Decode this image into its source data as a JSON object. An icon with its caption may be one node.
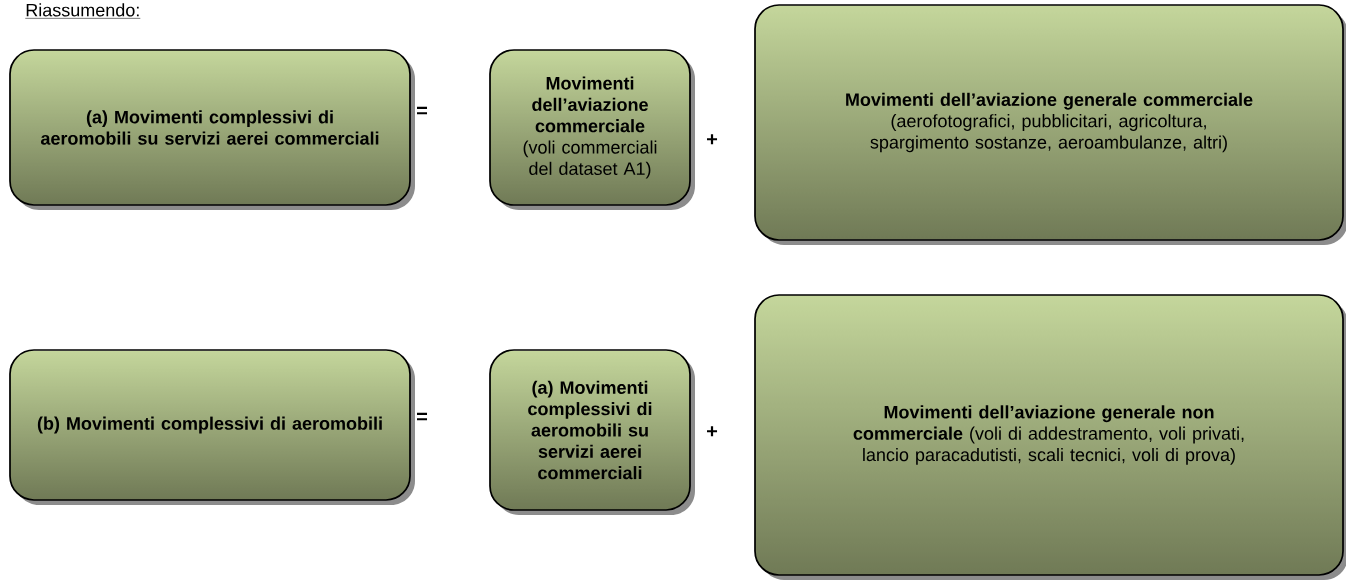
{
  "diagram": {
    "title": "Riassumendo:",
    "nodes": [
      {
        "text": [
          "(a) Movimenti complessivi di aeromobili su servizi aerei commerciali"
        ]
      },
      {
        "text": [
          "Movimenti dell’aviazione commerciale",
          "(voli commerciali del dataset A1)"
        ]
      },
      {
        "text": [
          "Movimenti dell’aviazione generale commerciale",
          "(aerofotografici, pubblicitari, agricoltura, spargimento sostanze, aeroambulanze, altri)"
        ]
      },
      {
        "text": [
          "(b) Movimenti complessivi di aeromobili"
        ]
      },
      {
        "text": [
          "(a) Movimenti complessivi di aeromobili su servizi aerei commerciali"
        ]
      },
      {
        "text": [
          "Movimenti dell’aviazione generale non commerciale",
          "(voli di addestramento, voli privati, lancio paracadutisti, scali tecnici, voli di prova)"
        ]
      }
    ],
    "labels": [
      "=",
      "+",
      "=",
      "+"
    ]
  }
}
